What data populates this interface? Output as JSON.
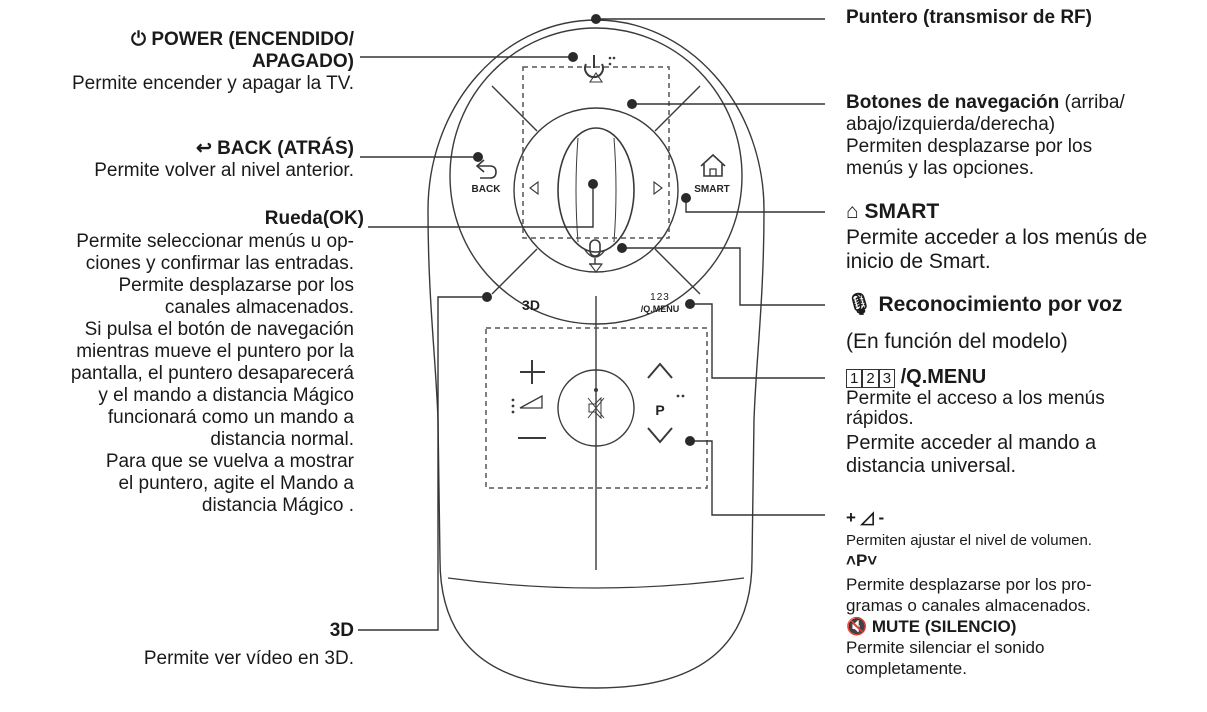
{
  "left": {
    "power": {
      "title": "POWER (ENCENDIDO/",
      "title2": "APAGADO)",
      "desc": "Permite encender y apagar la TV."
    },
    "back": {
      "title": "BACK (ATRÁS)",
      "desc": "Permite volver al nivel anterior."
    },
    "wheel": {
      "title": "Rueda(OK)",
      "lines": [
        "Permite seleccionar menús u op-",
        "ciones y confirmar las entradas.",
        "Permite desplazarse por los",
        "canales almacenados.",
        "Si pulsa el botón de navegación",
        "mientras mueve el puntero por la",
        "pantalla, el puntero desaparecerá",
        "y el mando a distancia Mágico",
        "funcionará como un mando a",
        "distancia normal.",
        "Para que se vuelva a mostrar",
        "el puntero, agite el Mando a",
        "distancia Mágico ."
      ]
    },
    "threed": {
      "title": "3D",
      "desc": "Permite ver vídeo en 3D."
    }
  },
  "right": {
    "pointer": {
      "title": "Puntero (transmisor de RF)"
    },
    "nav": {
      "title": "Botones de navegación",
      "title_suffix": " (arriba/",
      "lines": [
        "abajo/izquierda/derecha)",
        "Permiten desplazarse por los",
        "menús y las opciones."
      ]
    },
    "smart": {
      "title": "SMART",
      "lines": [
        "Permite acceder a los menús de",
        "inicio de Smart."
      ]
    },
    "voice": {
      "title": "Reconocimiento por voz",
      "note": "(En función del modelo)"
    },
    "qmenu": {
      "key_digits": [
        "1",
        "2",
        "3"
      ],
      "title": "/Q.MENU",
      "lines": [
        "Permite el acceso a los menús",
        "rápidos.",
        "Permite acceder al mando a",
        "distancia universal."
      ]
    },
    "volume": {
      "title_plus": "+",
      "title_minus": "-",
      "desc": "Permiten ajustar el nivel de volumen."
    },
    "program": {
      "title": "P",
      "lines": [
        "Permite desplazarse por los pro-",
        "gramas o canales almacenados."
      ]
    },
    "mute": {
      "title": "MUTE (SILENCIO)",
      "lines": [
        "Permite silenciar el sonido",
        "completamente."
      ]
    }
  },
  "remote": {
    "back_label": "BACK",
    "smart_label": "SMART",
    "threed_label": "3D",
    "qmenu_digits": "123",
    "qmenu_label": "/Q.MENU",
    "p_label": "P"
  }
}
